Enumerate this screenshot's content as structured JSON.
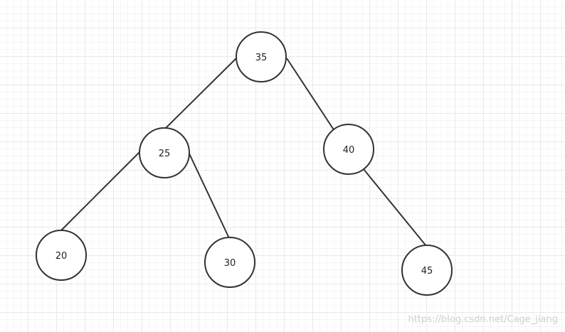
{
  "diagram": {
    "type": "binary-tree",
    "nodes": [
      {
        "id": "n35",
        "label": "35"
      },
      {
        "id": "n25",
        "label": "25"
      },
      {
        "id": "n40",
        "label": "40"
      },
      {
        "id": "n20",
        "label": "20"
      },
      {
        "id": "n30",
        "label": "30"
      },
      {
        "id": "n45",
        "label": "45"
      }
    ],
    "edges": [
      {
        "from": "n35",
        "to": "n25"
      },
      {
        "from": "n35",
        "to": "n40"
      },
      {
        "from": "n25",
        "to": "n20"
      },
      {
        "from": "n25",
        "to": "n30"
      },
      {
        "from": "n40",
        "to": "n45"
      }
    ],
    "colors": {
      "stroke": "#333333",
      "node_fill": "#ffffff",
      "grid": "#e9e9e9"
    }
  },
  "watermark": {
    "text": "https://blog.csdn.net/Cage_jiang"
  }
}
